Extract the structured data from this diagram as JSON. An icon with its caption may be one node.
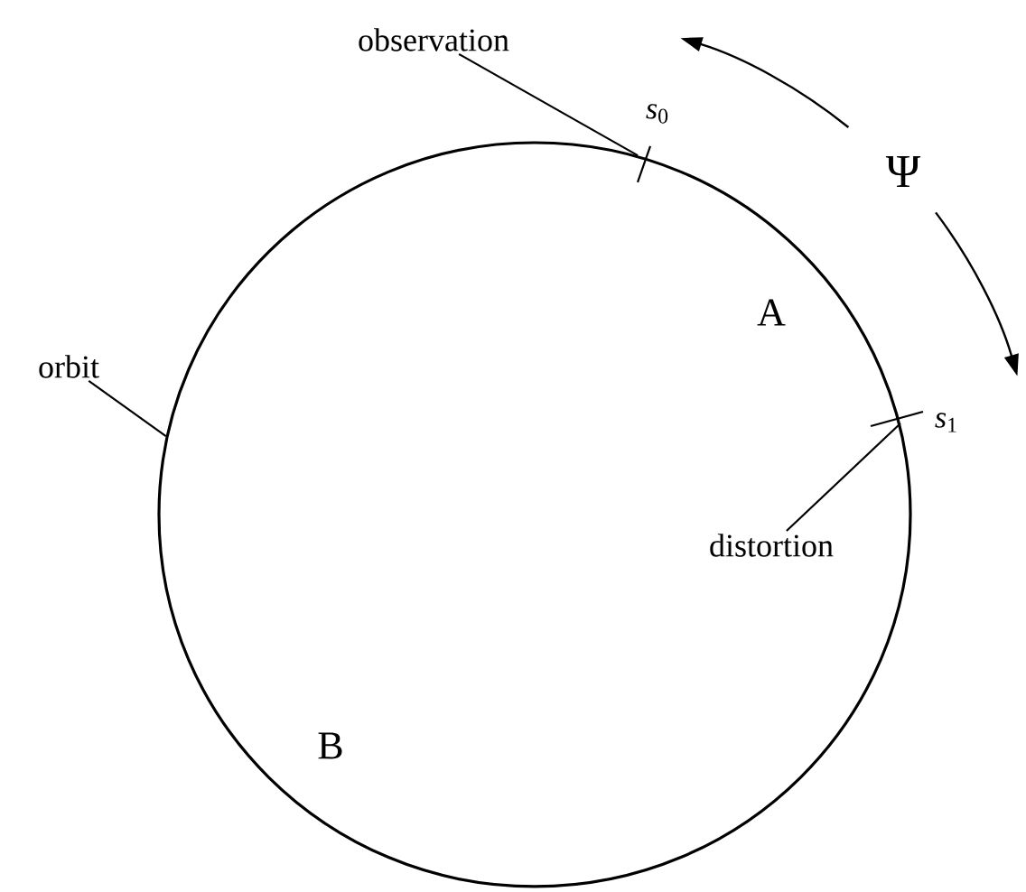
{
  "diagram": {
    "nodes": [
      {
        "text": [],
        "shape": "circle"
      },
      {
        "text": [
          "observation"
        ]
      },
      {
        "text": [
          "orbit"
        ]
      },
      {
        "text": [
          "distortion"
        ],
        "in": 0
      }
    ],
    "edges": [
      {
        "from": 1,
        "to": 0,
        "arrow": "none"
      },
      {
        "from": 2,
        "to": 0,
        "arrow": "none"
      },
      {
        "from": 3,
        "to": 0,
        "arrow": "none"
      }
    ],
    "labels": [
      "*s*$_{0}$",
      "Ψ",
      "A",
      "*s*$_{1}$",
      "B"
    ]
  }
}
